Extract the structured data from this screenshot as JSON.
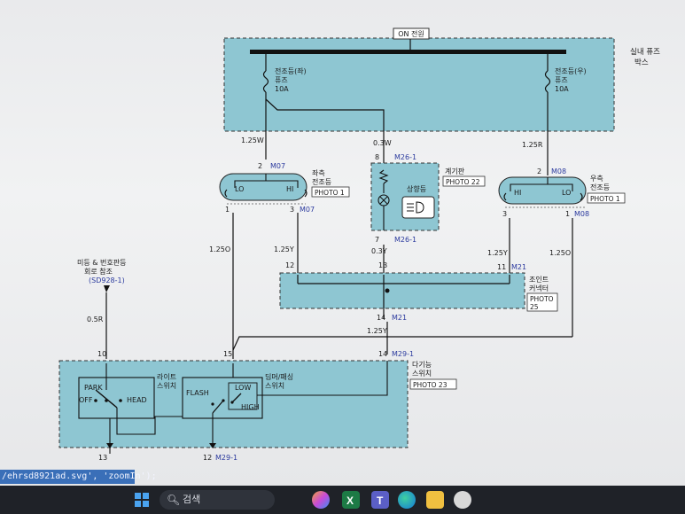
{
  "diagram": {
    "power_label": "ON 전원",
    "fusebox_label": [
      "실내 퓨즈",
      "박스"
    ],
    "fuse_left": {
      "name": [
        "전조등(좌)",
        "퓨즈"
      ],
      "rating": "10A"
    },
    "fuse_right": {
      "name": [
        "전조등(우)",
        "퓨즈"
      ],
      "rating": "10A"
    },
    "wire_125W": "1.25W",
    "wire_03W": "0.3W",
    "wire_125R": "1.25R",
    "lamp_left": {
      "label": [
        "좌측",
        "전조등"
      ],
      "photo": "PHOTO 1",
      "lo": "LO",
      "hi": "HI",
      "pin_top": "2",
      "conn_top": "M07",
      "pin_bl": "1",
      "pin_br": "3",
      "conn_bot": "M07"
    },
    "cluster": {
      "label": "계기판",
      "photo": "PHOTO 22",
      "indicator": "상향등",
      "pin_top": "8",
      "conn_top": "M26-1",
      "pin_bot": "7",
      "conn_bot": "M26-1"
    },
    "lamp_right": {
      "label": [
        "우측",
        "전조등"
      ],
      "photo": "PHOTO 1",
      "lo": "LO",
      "hi": "HI",
      "pin_top": "2",
      "conn_top": "M08",
      "pin_bl": "3",
      "pin_br": "1",
      "conn_bot": "M08"
    },
    "wires_mid": {
      "w1": "1.25O",
      "w2": "1.25Y",
      "w3": "0.3Y",
      "w4": "1.25Y",
      "w5": "1.25O"
    },
    "joint": {
      "label": [
        "조인트",
        "커넥터"
      ],
      "photo": [
        "PHOTO",
        "25"
      ],
      "pin12": "12",
      "pin13": "13",
      "pin11": "11",
      "conn11": "M21",
      "pin14": "14",
      "conn14": "M21",
      "wire": "1.25Y"
    },
    "taillamp_ref": {
      "label": [
        "미등 & 번호판등",
        "회로 참조"
      ],
      "ref": "(SD928-1)",
      "wire": "0.5R"
    },
    "multifunction": {
      "label": [
        "다기능",
        "스위치"
      ],
      "photo": "PHOTO 23",
      "pin10": "10",
      "pin15": "15",
      "pin14": "14",
      "conn14": "M29-1",
      "pin13": "13",
      "pin12": "12",
      "conn12": "M29-1",
      "light_sw_label": [
        "라이트",
        "스위치"
      ],
      "dim_sw_label": [
        "딤머/패싱",
        "스위치"
      ],
      "park": "PARK",
      "off": "OFF",
      "head": "HEAD",
      "flash": "FLASH",
      "low": "LOW",
      "high": "HIGH"
    }
  },
  "console_text": "/ehrsd8921ad.svg', 'zoomIn');",
  "taskbar": {
    "search_placeholder": "검색",
    "apps": [
      "windows-start-icon",
      "copilot-icon",
      "excel-icon",
      "teams-icon",
      "edge-icon",
      "file-explorer-icon",
      "app-icon"
    ]
  }
}
